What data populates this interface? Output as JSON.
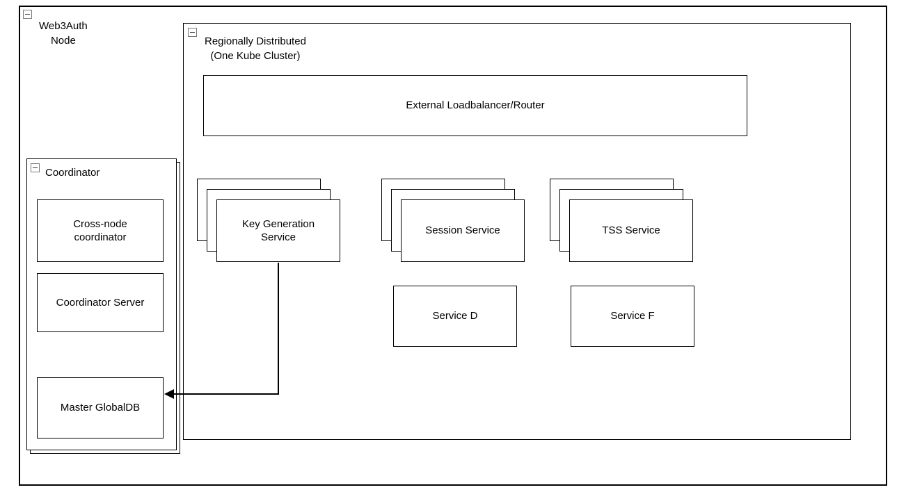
{
  "colors": {
    "stroke": "#000000",
    "background": "#ffffff"
  },
  "outer": {
    "label": "Web3Auth\nNode"
  },
  "region": {
    "label": "Regionally Distributed\n(One Kube Cluster)",
    "loadbalancer_label": "External Loadbalancer/Router",
    "stacked_services": [
      {
        "label": "Key Generation\nService"
      },
      {
        "label": "Session Service"
      },
      {
        "label": "TSS Service"
      }
    ],
    "single_services": [
      {
        "label": "Service D"
      },
      {
        "label": "Service F"
      }
    ]
  },
  "coordinator": {
    "label": "Coordinator",
    "boxes": [
      {
        "label": "Cross-node\ncoordinator"
      },
      {
        "label": "Coordinator Server"
      },
      {
        "label": "Master GlobalDB"
      }
    ]
  },
  "connector": {
    "from": "Key Generation Service",
    "to": "Master GlobalDB",
    "type": "arrow"
  }
}
